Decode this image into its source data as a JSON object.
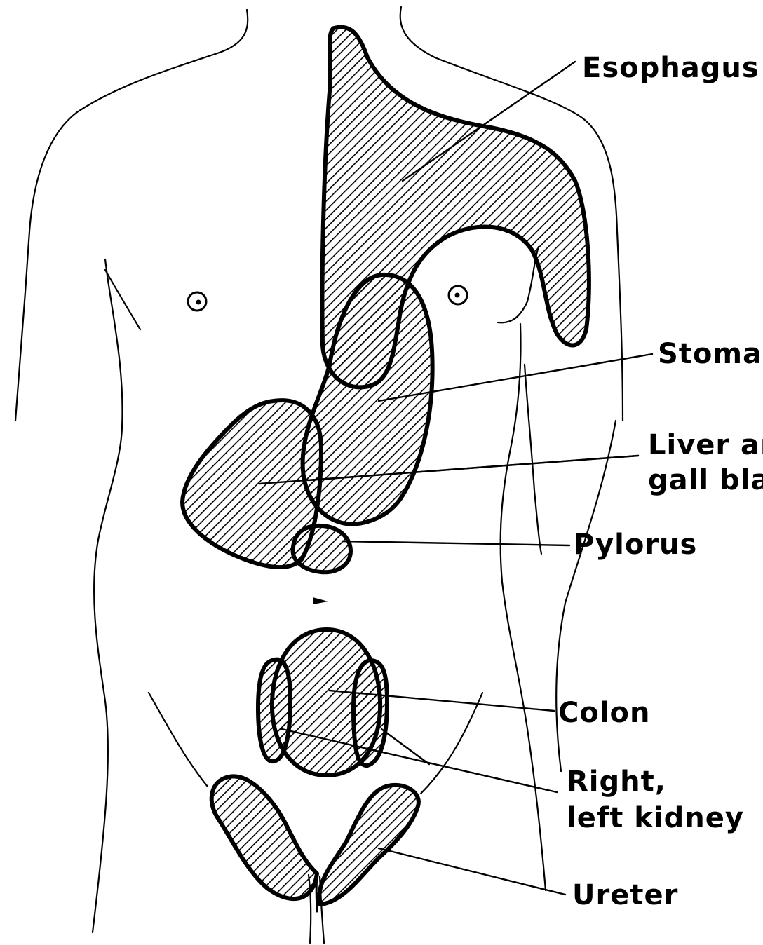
{
  "labels": {
    "esophagus": "Esophagus",
    "stomach": "Stomac",
    "liver_line1": "Liver ar",
    "liver_line2": "gall bla",
    "pylorus": "Pylorus",
    "colon": "Colon",
    "kidney_line1": "Right,",
    "kidney_line2": "left kidney",
    "ureter": "Ureter"
  },
  "colors": {
    "ink": "#000000",
    "background": "#ffffff"
  }
}
